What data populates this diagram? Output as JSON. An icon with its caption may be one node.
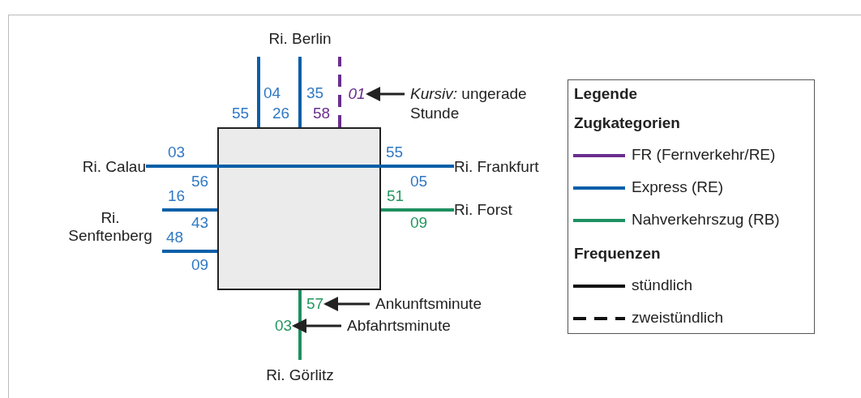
{
  "diagram": {
    "nodes": [
      {
        "text": [],
        "shape": "box"
      },
      {
        "text": [
          "Ri. Berlin"
        ]
      },
      {
        "text": [
          "Ri. Calau"
        ]
      },
      {
        "text": [
          "Ri. Frankfurt"
        ]
      },
      {
        "text": [
          "Ri. Senftenberg"
        ]
      },
      {
        "text": [
          "Ri. Forst"
        ]
      },
      {
        "text": [
          "Ri. Görlitz"
        ]
      },
      {
        "text": [
          "01"
        ]
      },
      {
        "text": [
          "*Kursiv:* ungerade Stunde"
        ]
      },
      {
        "text": [
          "57"
        ]
      },
      {
        "text": [
          "Ankunftsminute"
        ]
      },
      {
        "text": [
          "03"
        ]
      },
      {
        "text": [
          "Abfahrtsminute"
        ]
      }
    ],
    "edges": [
      {
        "from": 0,
        "to": 1,
        "arrow": "none"
      },
      {
        "from": 0,
        "to": 1,
        "arrow": "none"
      },
      {
        "from": 0,
        "to": 1,
        "arrow": "none",
        "style": "dashed",
        "color": "#6a2e8e"
      },
      {
        "from": 0,
        "to": 2,
        "arrow": "none"
      },
      {
        "from": 0,
        "to": 3,
        "arrow": "none"
      },
      {
        "from": 0,
        "to": 4,
        "arrow": "none"
      },
      {
        "from": 0,
        "to": 4,
        "arrow": "none"
      },
      {
        "from": 0,
        "to": 5,
        "arrow": "none",
        "color": "#1e9060"
      },
      {
        "from": 0,
        "to": 6,
        "arrow": "none",
        "color": "#1e9060"
      },
      {
        "from": 8,
        "to": 7,
        "arrow": "to",
        "color": "#222222"
      },
      {
        "from": 10,
        "to": 9,
        "arrow": "to",
        "color": "#222222"
      },
      {
        "from": 12,
        "to": 11,
        "arrow": "to",
        "color": "#222222"
      }
    ],
    "labels": [
      "55",
      "04",
      "26",
      "35",
      "58",
      "03",
      "56",
      "55",
      "05",
      "16",
      "43",
      "51",
      "09",
      "48",
      "09",
      "Legende",
      "Zugkategorien",
      "Frequenzen"
    ],
    "legend": [
      {
        "text": "FR (Fernverkehr/RE)",
        "color": "#6a2e8e"
      },
      {
        "text": "Express (RE)",
        "color": "#0a5fa8"
      },
      {
        "text": "Nahverkehrszug (RB)",
        "color": "#1e9060"
      },
      {
        "text": "stündlich"
      },
      {
        "text": "zweistündlich"
      }
    ]
  }
}
